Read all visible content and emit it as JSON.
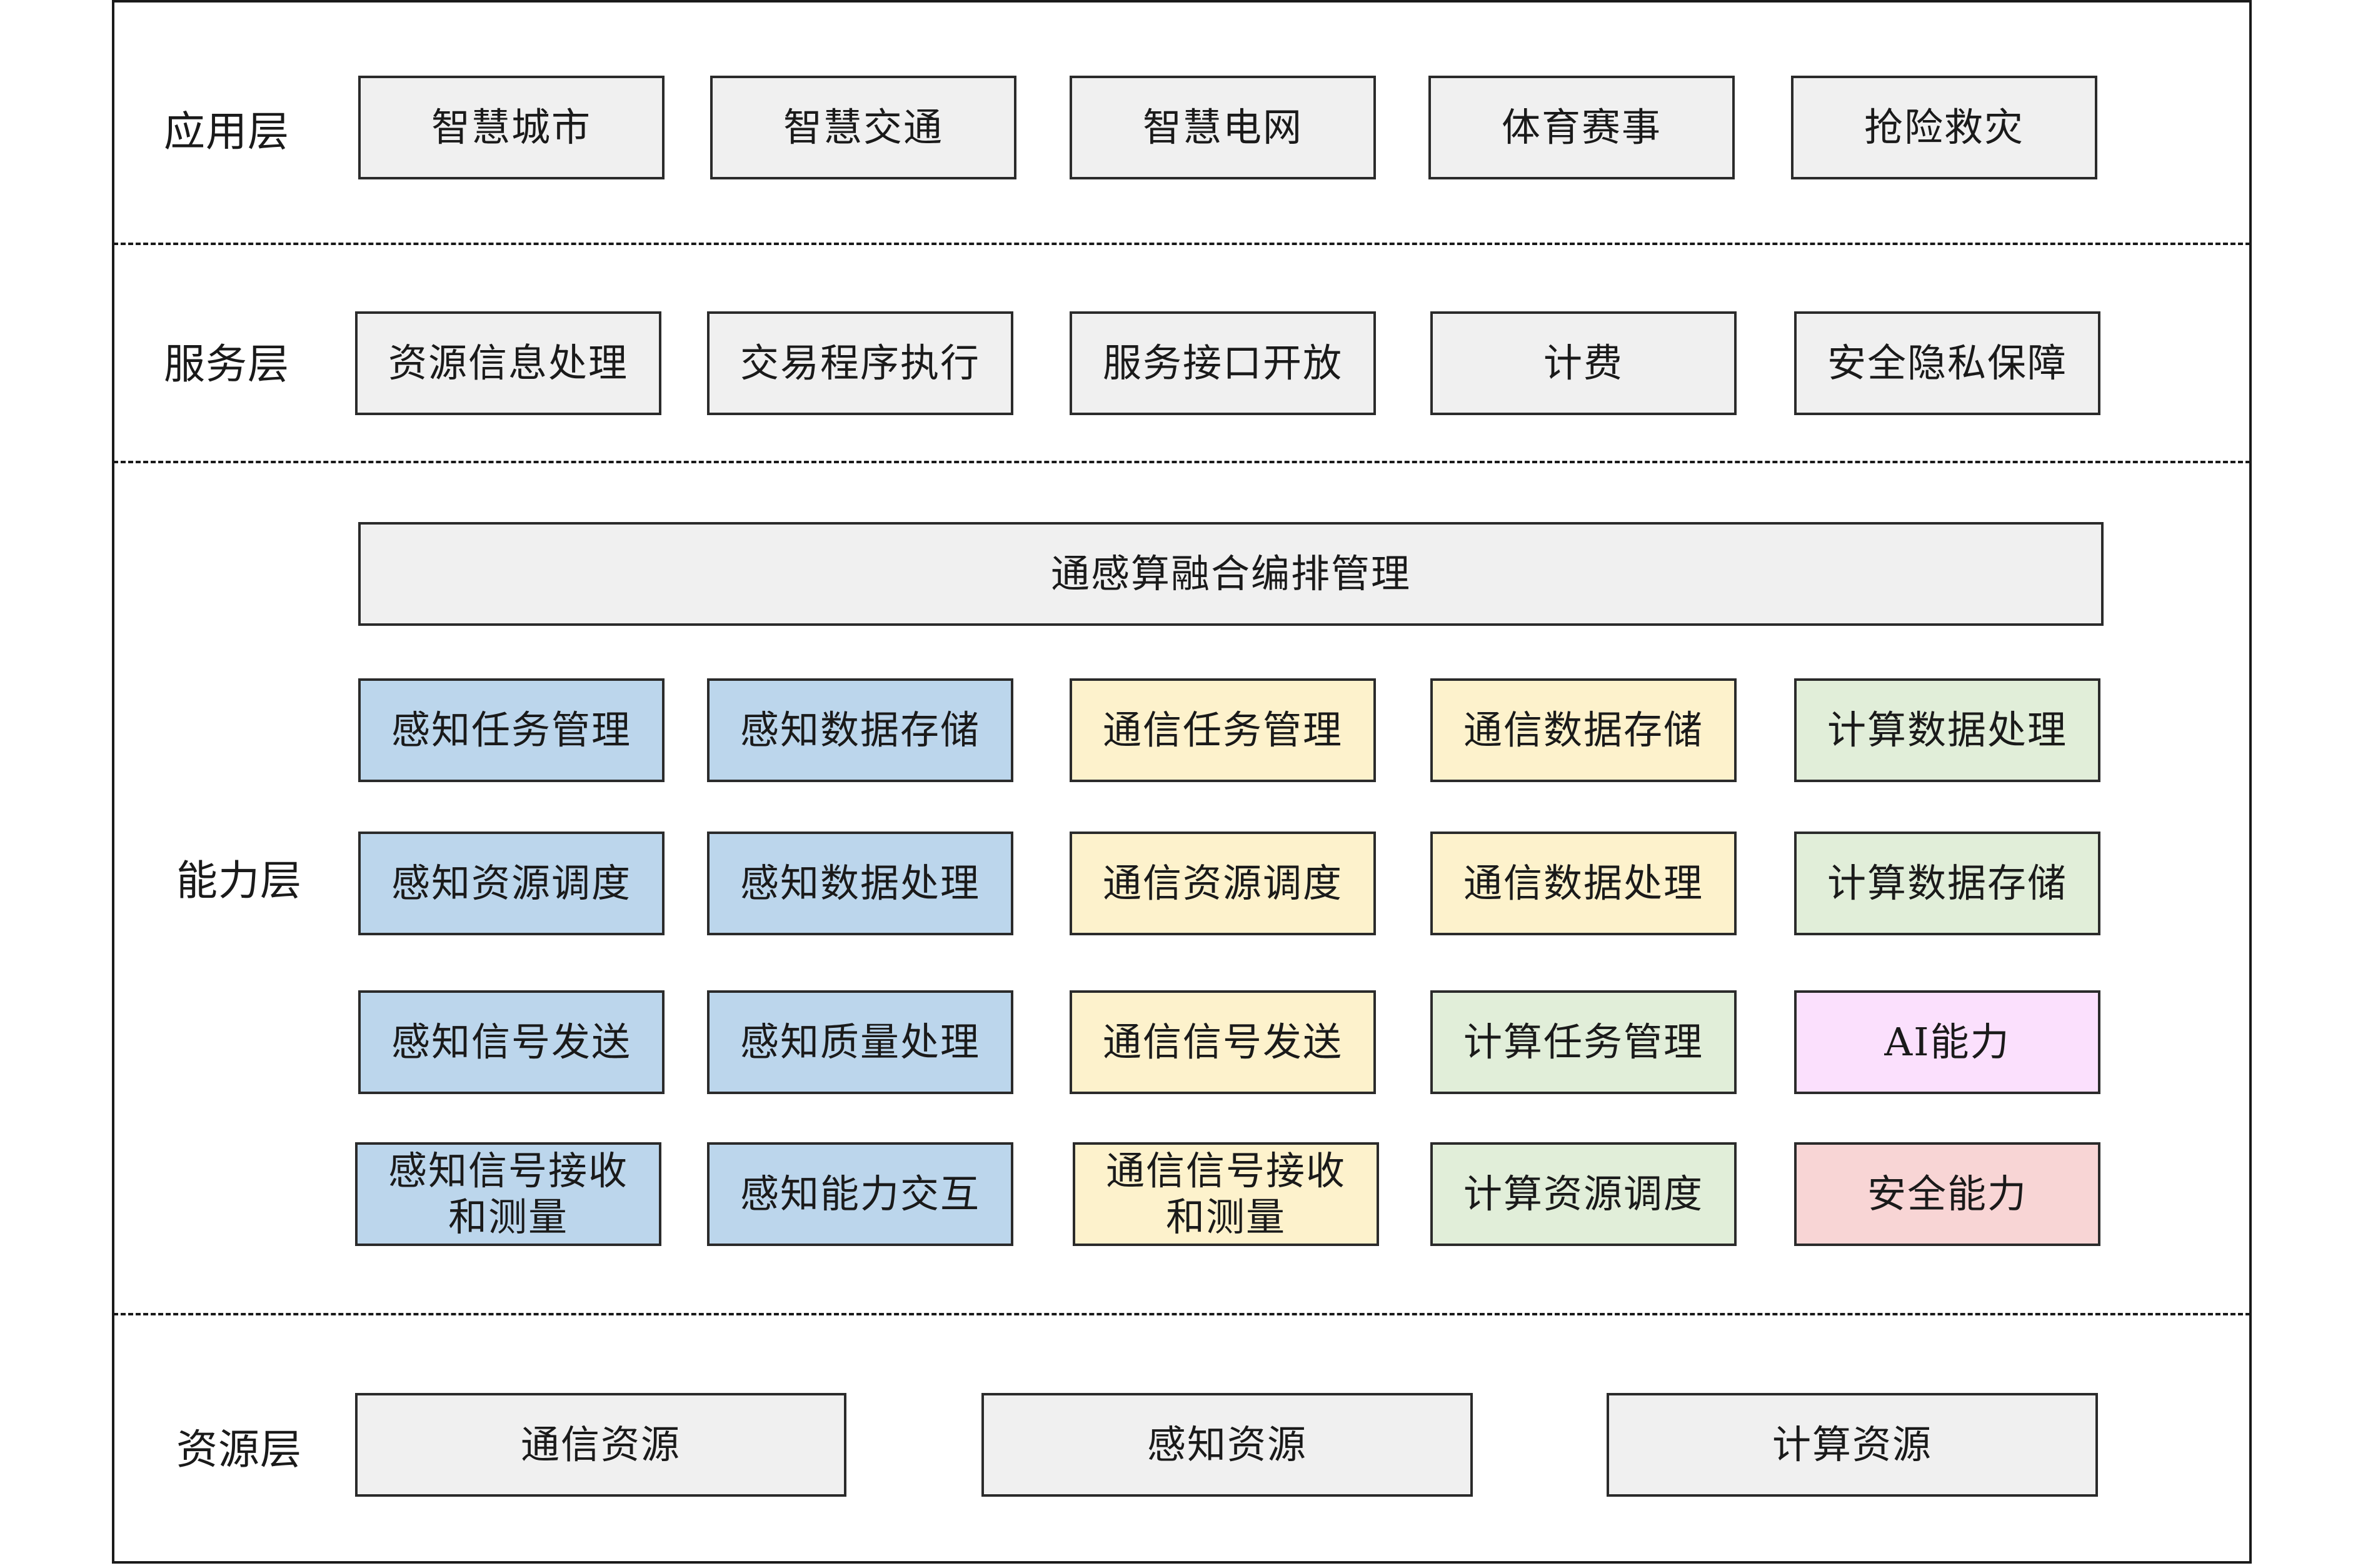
{
  "colors": {
    "gray": "#f0f0f0",
    "blue": "#bcd6ec",
    "yellow": "#fdf2cc",
    "green": "#e1eed9",
    "pink": "#fbe0fd",
    "red": "#f8d5d5",
    "border": "#1a1a1a"
  },
  "layers": {
    "application": {
      "label": "应用层",
      "items": [
        "智慧城市",
        "智慧交通",
        "智慧电网",
        "体育赛事",
        "抢险救灾"
      ]
    },
    "service": {
      "label": "服务层",
      "items": [
        "资源信息处理",
        "交易程序执行",
        "服务接口开放",
        "计费",
        "安全隐私保障"
      ]
    },
    "capability": {
      "label": "能力层",
      "orchestration": "通感算融合编排管理",
      "rows": [
        [
          "感知任务管理",
          "感知数据存储",
          "通信任务管理",
          "通信数据存储",
          "计算数据处理"
        ],
        [
          "感知资源调度",
          "感知数据处理",
          "通信资源调度",
          "通信数据处理",
          "计算数据存储"
        ],
        [
          "感知信号发送",
          "感知质量处理",
          "通信信号发送",
          "计算任务管理",
          "AI能力"
        ],
        [
          "感知信号接收\n和测量",
          "感知能力交互",
          "通信信号接收\n和测量",
          "计算资源调度",
          "安全能力"
        ]
      ]
    },
    "resource": {
      "label": "资源层",
      "items": [
        "通信资源",
        "感知资源",
        "计算资源"
      ]
    }
  }
}
